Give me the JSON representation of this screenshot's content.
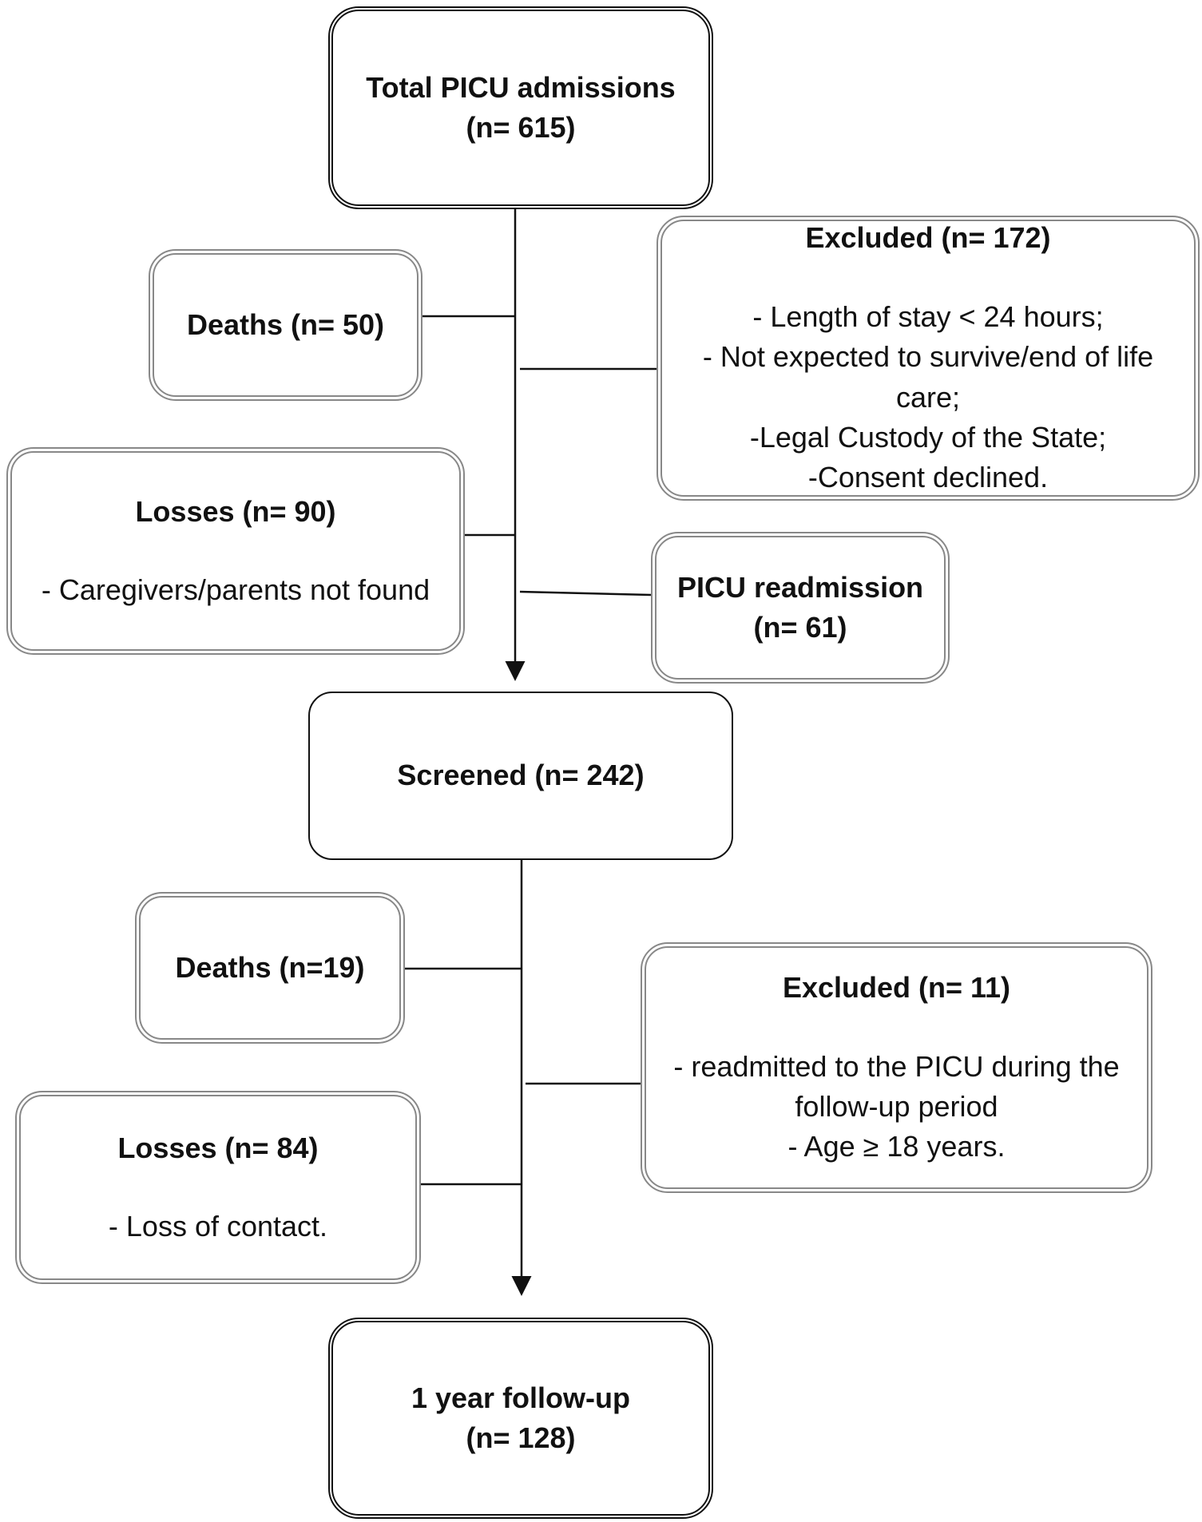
{
  "flowchart": {
    "total": {
      "title": "Total PICU admissions",
      "count": "(n= 615)"
    },
    "deaths_1": {
      "title": "Deaths (n= 50)"
    },
    "excluded_1": {
      "title": "Excluded (n= 172)",
      "items": [
        "- Length of stay < 24 hours;",
        "- Not expected to survive/end of life",
        "care;",
        "-Legal Custody of the State;",
        "-Consent declined."
      ]
    },
    "losses_1": {
      "title": "Losses (n= 90)",
      "items": [
        "- Caregivers/parents not found"
      ]
    },
    "readmission": {
      "title": "PICU readmission",
      "count": "(n= 61)"
    },
    "screened": {
      "title": "Screened (n= 242)"
    },
    "deaths_2": {
      "title": "Deaths (n=19)"
    },
    "excluded_2": {
      "title": "Excluded (n= 11)",
      "items": [
        "- readmitted to the PICU during the",
        "follow-up period",
        "- Age ≥ 18 years."
      ]
    },
    "losses_2": {
      "title": "Losses (n= 84)",
      "items": [
        "- Loss of contact."
      ]
    },
    "followup": {
      "title": "1 year follow-up",
      "count": "(n= 128)"
    }
  }
}
